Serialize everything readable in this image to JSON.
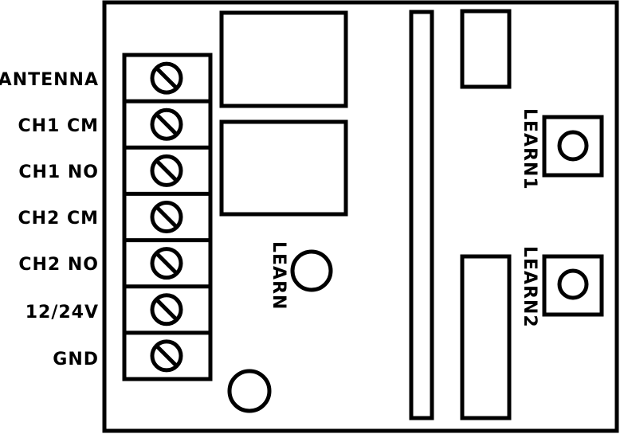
{
  "terminal_labels": [
    "ANTENNA",
    "CH1 CM",
    "CH1 NO",
    "CH2 CM",
    "CH2 NO",
    "12/24V",
    "GND"
  ],
  "learn_label": "LEARN",
  "learn1_label": "LEARN1",
  "learn2_label": "LEARN2",
  "colors": {
    "stroke": "#000000",
    "background": "#ffffff"
  }
}
